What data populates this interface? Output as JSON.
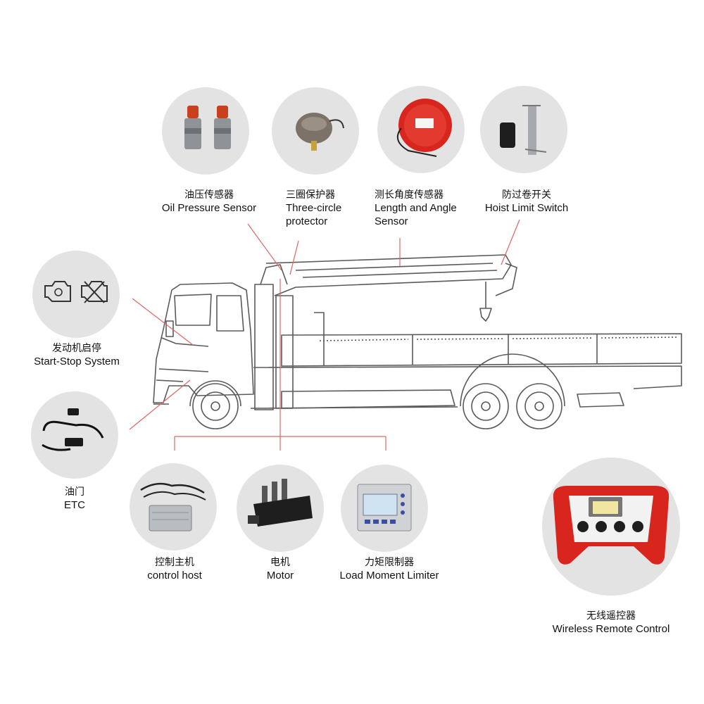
{
  "components": [
    {
      "id": "oil",
      "zh": "油压传感器",
      "en": "Oil Pressure Sensor",
      "icon": "pressure-sensor-icon"
    },
    {
      "id": "three",
      "zh": "三圈保护器",
      "en": "Three-circle protector",
      "en_lines": [
        "Three-circle",
        "protector"
      ],
      "icon": "three-circle-protector-icon"
    },
    {
      "id": "length",
      "zh": "测长角度传感器",
      "en": "Length and Angle Sensor",
      "en_lines": [
        "Length and Angle",
        "Sensor"
      ],
      "icon": "cable-reel-sensor-icon"
    },
    {
      "id": "hoist",
      "zh": "防过卷开关",
      "en": "Hoist Limit Switch",
      "icon": "limit-switch-icon"
    },
    {
      "id": "startstop",
      "zh": "发动机启停",
      "en": "Start-Stop System",
      "icon": "engine-start-stop-icon"
    },
    {
      "id": "etc",
      "zh": "油门",
      "en": "ETC",
      "icon": "throttle-harness-icon"
    },
    {
      "id": "host",
      "zh": "控制主机",
      "en": "control host",
      "icon": "control-box-icon"
    },
    {
      "id": "motor",
      "zh": "电机",
      "en": "Motor",
      "icon": "motor-icon"
    },
    {
      "id": "lml",
      "zh": "力矩限制器",
      "en": "Load Moment Limiter",
      "icon": "display-panel-icon"
    },
    {
      "id": "remote",
      "zh": "无线遥控器",
      "en": "Wireless Remote Control",
      "icon": "remote-control-icon"
    }
  ],
  "colors": {
    "circle_bg": "#e3e3e3",
    "leader_line": "#e06666",
    "truck_line": "#5a5a5a",
    "accent_red": "#d8261f",
    "sensor_orange": "#c8401c",
    "metal": "#8f9398"
  }
}
